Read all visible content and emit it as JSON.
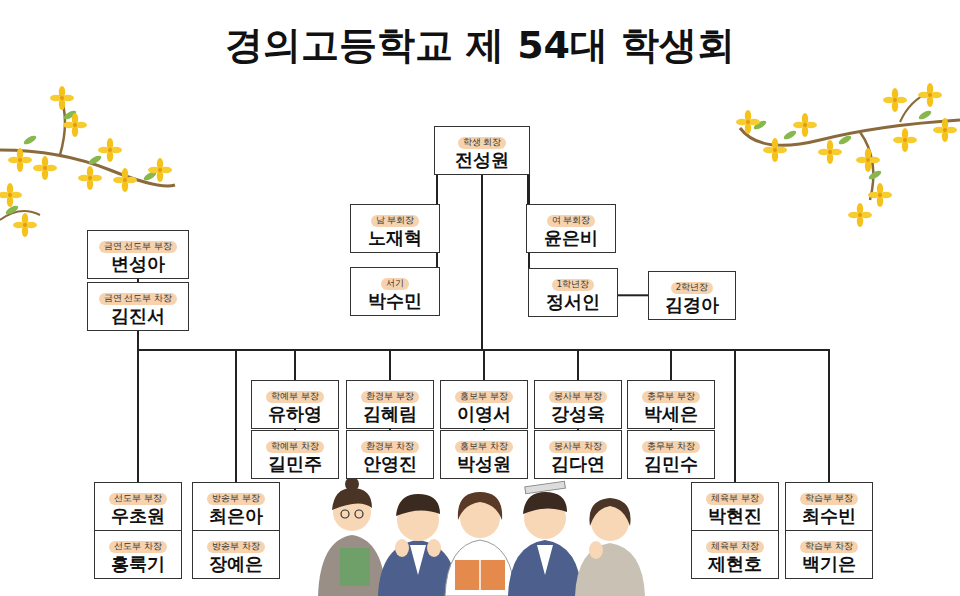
{
  "diagram": {
    "title": "경의고등학교 제 54대 학생회",
    "nodes": [
      {
        "text": [
          "학생 회장",
          "전성원"
        ]
      },
      {
        "text": [
          "금연 선도부 부장",
          "변성아"
        ]
      },
      {
        "text": [
          "남 부회장",
          "노재혁"
        ]
      },
      {
        "text": [
          "여 부회장",
          "윤은비"
        ]
      },
      {
        "text": [
          "금연 선도부 차장",
          "김진서"
        ]
      },
      {
        "text": [
          "서기",
          "박수민"
        ]
      },
      {
        "text": [
          "1학년장",
          "정서인"
        ]
      },
      {
        "text": [
          "2학년장",
          "김경아"
        ]
      },
      {
        "text": [
          "학예부 부장",
          "유하영"
        ]
      },
      {
        "text": [
          "환경부 부장",
          "김혜림"
        ]
      },
      {
        "text": [
          "홍보부 부장",
          "이영서"
        ]
      },
      {
        "text": [
          "봉사부 부장",
          "강성욱"
        ]
      },
      {
        "text": [
          "총무부 부장",
          "박세은"
        ]
      },
      {
        "text": [
          "학예부 차장",
          "길민주"
        ]
      },
      {
        "text": [
          "환경부 차장",
          "안영진"
        ]
      },
      {
        "text": [
          "홍보부 차장",
          "박성원"
        ]
      },
      {
        "text": [
          "봉사부 차장",
          "김다연"
        ]
      },
      {
        "text": [
          "총무부 차장",
          "김민수"
        ]
      },
      {
        "text": [
          "선도부 부장",
          "우초원"
        ]
      },
      {
        "text": [
          "방송부 부장",
          "최은아"
        ]
      },
      {
        "text": [
          "체육부 부장",
          "박현진"
        ]
      },
      {
        "text": [
          "학습부 부장",
          "최수빈"
        ]
      },
      {
        "text": [
          "선도부 차장",
          "홍룩기"
        ]
      },
      {
        "text": [
          "방송부 차장",
          "장예은"
        ]
      },
      {
        "text": [
          "체육부 차장",
          "제현호"
        ]
      },
      {
        "text": [
          "학습부 차장",
          "백기은"
        ]
      }
    ],
    "edges": [
      {
        "from": 0,
        "to": 2,
        "arrow": "none"
      },
      {
        "from": 0,
        "to": 3,
        "arrow": "none"
      },
      {
        "from": 0,
        "to": 5,
        "arrow": "none"
      },
      {
        "from": 0,
        "to": 6,
        "arrow": "none"
      },
      {
        "from": 6,
        "to": 7,
        "arrow": "none"
      },
      {
        "from": 1,
        "to": 4,
        "arrow": "none"
      },
      {
        "from": 0,
        "to": 4,
        "arrow": "none"
      },
      {
        "from": 0,
        "to": 8,
        "arrow": "none"
      },
      {
        "from": 0,
        "to": 9,
        "arrow": "none"
      },
      {
        "from": 0,
        "to": 10,
        "arrow": "none"
      },
      {
        "from": 0,
        "to": 11,
        "arrow": "none"
      },
      {
        "from": 0,
        "to": 12,
        "arrow": "none"
      },
      {
        "from": 0,
        "to": 18,
        "arrow": "none"
      },
      {
        "from": 0,
        "to": 19,
        "arrow": "none"
      },
      {
        "from": 0,
        "to": 20,
        "arrow": "none"
      },
      {
        "from": 0,
        "to": 21,
        "arrow": "none"
      },
      {
        "from": 8,
        "to": 13,
        "arrow": "none"
      },
      {
        "from": 9,
        "to": 14,
        "arrow": "none"
      },
      {
        "from": 10,
        "to": 15,
        "arrow": "none"
      },
      {
        "from": 11,
        "to": 16,
        "arrow": "none"
      },
      {
        "from": 12,
        "to": 17,
        "arrow": "none"
      },
      {
        "from": 18,
        "to": 22,
        "arrow": "none"
      },
      {
        "from": 19,
        "to": 23,
        "arrow": "none"
      },
      {
        "from": 20,
        "to": 24,
        "arrow": "none"
      },
      {
        "from": 21,
        "to": 25,
        "arrow": "none"
      }
    ]
  }
}
